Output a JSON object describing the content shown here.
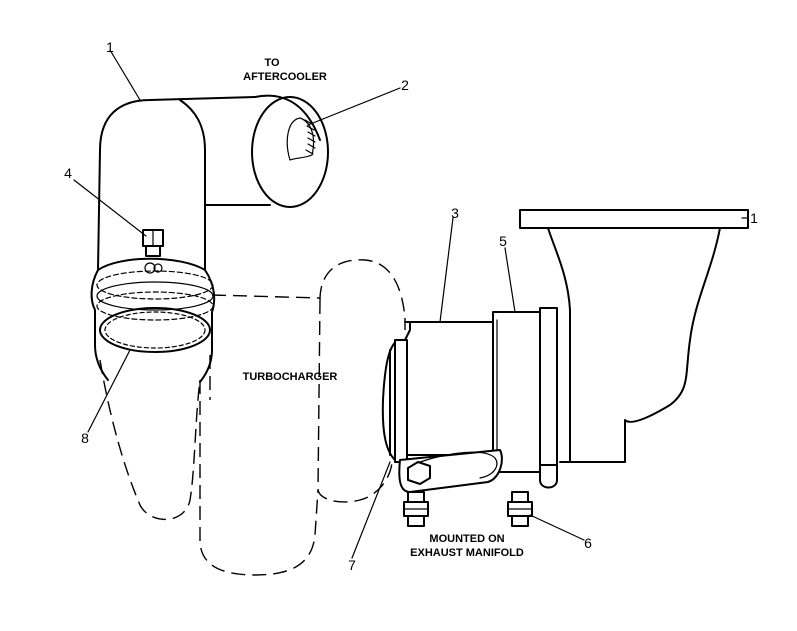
{
  "labels": {
    "to_aftercooler_1": "TO",
    "to_aftercooler_2": "AFTERCOOLER",
    "turbocharger": "TURBOCHARGER",
    "mounted_1": "MOUNTED ON",
    "mounted_2": "EXHAUST MANIFOLD"
  },
  "callouts": {
    "c1_left": "1",
    "c1_right": "1",
    "c2": "2",
    "c3": "3",
    "c4": "4",
    "c5": "5",
    "c6": "6",
    "c7": "7",
    "c8": "8"
  }
}
